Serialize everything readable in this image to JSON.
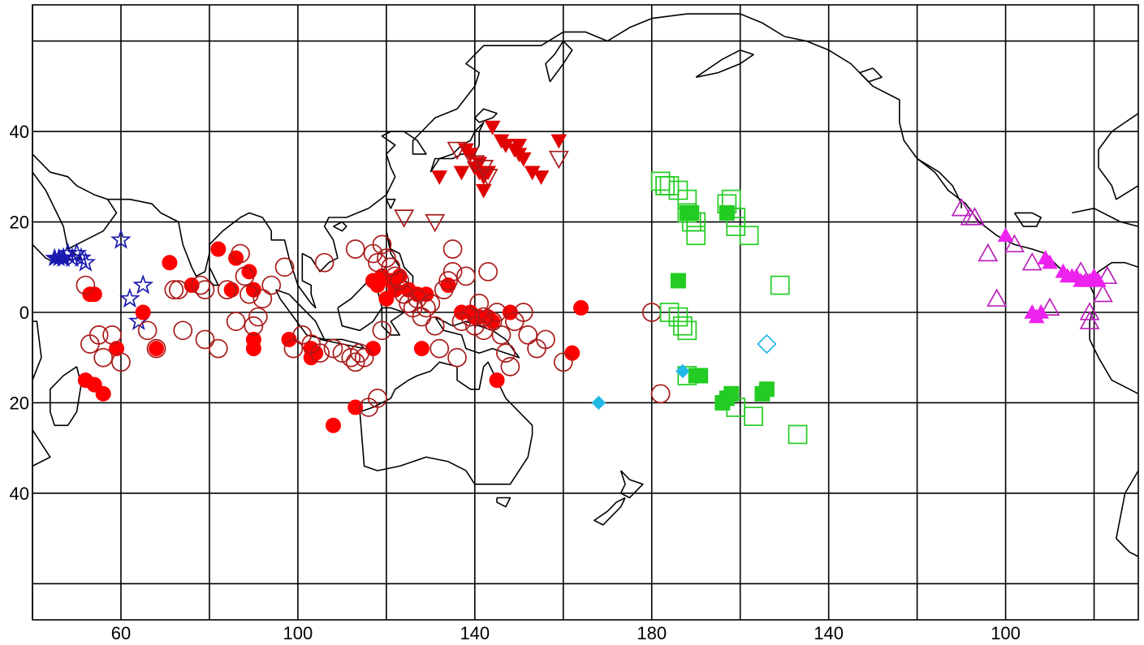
{
  "chart_data": {
    "type": "scatter",
    "projection": "equirectangular",
    "grid": true,
    "legend": "none",
    "x_axis": {
      "range_deg_east": [
        40,
        290
      ],
      "grid_lines": [
        40,
        60,
        80,
        100,
        120,
        140,
        160,
        180,
        200,
        220,
        240,
        260,
        280
      ],
      "tick_labels": [
        {
          "at": 60,
          "label": "60"
        },
        {
          "at": 100,
          "label": "100"
        },
        {
          "at": 140,
          "label": "140"
        },
        {
          "at": 180,
          "label": "180"
        },
        {
          "at": 220,
          "label": "140"
        },
        {
          "at": 260,
          "label": "100"
        }
      ]
    },
    "y_axis": {
      "range_lat": [
        -68,
        68
      ],
      "grid_lines": [
        60,
        40,
        20,
        0,
        -20,
        -40,
        -60
      ],
      "tick_labels": [
        {
          "at": 40,
          "label": "40"
        },
        {
          "at": 20,
          "label": "20"
        },
        {
          "at": 0,
          "label": "0"
        },
        {
          "at": -20,
          "label": "20"
        },
        {
          "at": -40,
          "label": "40"
        }
      ]
    },
    "series": [
      {
        "marker": "star-open",
        "color": "#1a1ab0",
        "points": [
          [
            47,
            12
          ],
          [
            48,
            13
          ],
          [
            49,
            12
          ],
          [
            50,
            13
          ],
          [
            51,
            12
          ],
          [
            52,
            11
          ],
          [
            60,
            16
          ],
          [
            62,
            3
          ],
          [
            65,
            6
          ],
          [
            64,
            -2
          ]
        ]
      },
      {
        "marker": "star-filled",
        "color": "#1a1ab0",
        "points": [
          [
            45,
            12
          ],
          [
            46,
            12
          ],
          [
            47,
            12
          ]
        ]
      },
      {
        "marker": "circle-filled",
        "color": "#ff0000",
        "points": [
          [
            53,
            4
          ],
          [
            54,
            4
          ],
          [
            52,
            -15
          ],
          [
            54,
            -16
          ],
          [
            56,
            -18
          ],
          [
            59,
            -8
          ],
          [
            65,
            0
          ],
          [
            68,
            -8
          ],
          [
            71,
            11
          ],
          [
            76,
            6
          ],
          [
            82,
            14
          ],
          [
            85,
            5
          ],
          [
            86,
            12
          ],
          [
            89,
            9
          ],
          [
            90,
            5
          ],
          [
            90,
            -6
          ],
          [
            90,
            -8
          ],
          [
            98,
            -6
          ],
          [
            103,
            -8
          ],
          [
            103,
            -10
          ],
          [
            104,
            -9
          ],
          [
            108,
            -25
          ],
          [
            113,
            -21
          ],
          [
            117,
            -8
          ],
          [
            117,
            7
          ],
          [
            118,
            6
          ],
          [
            119,
            8
          ],
          [
            120,
            3
          ],
          [
            121,
            7
          ],
          [
            122,
            5
          ],
          [
            123,
            8
          ],
          [
            125,
            5
          ],
          [
            127,
            4
          ],
          [
            128,
            -8
          ],
          [
            129,
            4
          ],
          [
            134,
            6
          ],
          [
            137,
            0
          ],
          [
            139,
            0
          ],
          [
            140,
            -1
          ],
          [
            141,
            -1
          ],
          [
            143,
            -1
          ],
          [
            144,
            -2
          ],
          [
            145,
            -15
          ],
          [
            148,
            0
          ],
          [
            162,
            -9
          ],
          [
            164,
            1
          ]
        ]
      },
      {
        "marker": "circle-open",
        "color": "#aa1a1a",
        "points": [
          [
            52,
            6
          ],
          [
            53,
            -7
          ],
          [
            55,
            -5
          ],
          [
            56,
            -10
          ],
          [
            58,
            -5
          ],
          [
            60,
            -11
          ],
          [
            66,
            -4
          ],
          [
            68,
            -8
          ],
          [
            72,
            5
          ],
          [
            73,
            5
          ],
          [
            74,
            -4
          ],
          [
            78,
            6
          ],
          [
            79,
            5
          ],
          [
            79,
            -6
          ],
          [
            82,
            -8
          ],
          [
            84,
            5
          ],
          [
            86,
            -2
          ],
          [
            87,
            13
          ],
          [
            88,
            8
          ],
          [
            89,
            4
          ],
          [
            90,
            -3
          ],
          [
            91,
            -1
          ],
          [
            92,
            3
          ],
          [
            94,
            6
          ],
          [
            97,
            10
          ],
          [
            99,
            -8
          ],
          [
            101,
            -5
          ],
          [
            103,
            -7
          ],
          [
            105,
            -9
          ],
          [
            106,
            11
          ],
          [
            108,
            -8
          ],
          [
            110,
            -9
          ],
          [
            112,
            -10
          ],
          [
            113,
            -11
          ],
          [
            114,
            -9
          ],
          [
            115,
            -10
          ],
          [
            116,
            -21
          ],
          [
            118,
            -19
          ],
          [
            119,
            -4
          ],
          [
            113,
            14
          ],
          [
            117,
            13
          ],
          [
            118,
            11
          ],
          [
            119,
            15
          ],
          [
            120,
            12
          ],
          [
            121,
            10
          ],
          [
            122,
            8
          ],
          [
            123,
            7
          ],
          [
            124,
            4
          ],
          [
            125,
            2
          ],
          [
            126,
            1
          ],
          [
            127,
            3
          ],
          [
            128,
            -1
          ],
          [
            129,
            1
          ],
          [
            130,
            2
          ],
          [
            131,
            -3
          ],
          [
            132,
            -8
          ],
          [
            133,
            5
          ],
          [
            134,
            7
          ],
          [
            135,
            9
          ],
          [
            135,
            14
          ],
          [
            136,
            -10
          ],
          [
            137,
            -2
          ],
          [
            138,
            8
          ],
          [
            139,
            -1
          ],
          [
            140,
            -3
          ],
          [
            141,
            2
          ],
          [
            142,
            -1
          ],
          [
            142,
            -4
          ],
          [
            143,
            9
          ],
          [
            144,
            -2
          ],
          [
            145,
            0
          ],
          [
            146,
            -5
          ],
          [
            147,
            -9
          ],
          [
            148,
            -12
          ],
          [
            149,
            -2
          ],
          [
            151,
            0
          ],
          [
            152,
            -5
          ],
          [
            154,
            -8
          ],
          [
            156,
            -6
          ],
          [
            160,
            -11
          ],
          [
            180,
            0
          ],
          [
            182,
            -18
          ]
        ]
      },
      {
        "marker": "triangle-down-filled",
        "color": "#e00000",
        "points": [
          [
            132,
            30
          ],
          [
            137,
            31
          ],
          [
            138,
            36
          ],
          [
            139,
            35
          ],
          [
            140,
            32
          ],
          [
            141,
            33
          ],
          [
            141,
            31
          ],
          [
            142,
            30
          ],
          [
            142,
            27
          ],
          [
            143,
            31
          ],
          [
            144,
            41
          ],
          [
            146,
            38
          ],
          [
            147,
            37
          ],
          [
            149,
            36
          ],
          [
            150,
            35
          ],
          [
            150,
            37
          ],
          [
            151,
            34
          ],
          [
            153,
            31
          ],
          [
            155,
            30
          ],
          [
            159,
            38
          ]
        ]
      },
      {
        "marker": "triangle-down-open",
        "color": "#aa1a1a",
        "points": [
          [
            124,
            21
          ],
          [
            131,
            20
          ],
          [
            136,
            36
          ],
          [
            140,
            33
          ],
          [
            142,
            32
          ],
          [
            143,
            30
          ],
          [
            159,
            34
          ]
        ]
      },
      {
        "marker": "square-open",
        "color": "#22cc22",
        "points": [
          [
            182,
            29
          ],
          [
            183,
            28
          ],
          [
            184,
            28
          ],
          [
            186,
            27
          ],
          [
            188,
            25
          ],
          [
            188,
            22
          ],
          [
            189,
            20
          ],
          [
            190,
            20
          ],
          [
            190,
            17
          ],
          [
            197,
            24
          ],
          [
            198,
            25
          ],
          [
            199,
            21
          ],
          [
            199,
            19
          ],
          [
            202,
            17
          ],
          [
            209,
            6
          ],
          [
            184,
            0
          ],
          [
            186,
            -1
          ],
          [
            187,
            -3
          ],
          [
            188,
            -4
          ],
          [
            188,
            -14
          ],
          [
            199,
            -21
          ],
          [
            203,
            -23
          ],
          [
            213,
            -27
          ]
        ]
      },
      {
        "marker": "square-filled",
        "color": "#22cc22",
        "points": [
          [
            186,
            7
          ],
          [
            188,
            22
          ],
          [
            189,
            22
          ],
          [
            190,
            -14
          ],
          [
            191,
            -14
          ],
          [
            196,
            -20
          ],
          [
            197,
            -19
          ],
          [
            198,
            -18
          ],
          [
            205,
            -18
          ],
          [
            206,
            -17
          ],
          [
            197,
            22
          ]
        ]
      },
      {
        "marker": "diamond-filled",
        "color": "#22b8e6",
        "points": [
          [
            168,
            -20
          ],
          [
            187,
            -13
          ]
        ]
      },
      {
        "marker": "diamond-open",
        "color": "#22b8e6",
        "points": [
          [
            206,
            -7
          ]
        ]
      },
      {
        "marker": "triangle-up-open",
        "color": "#bb22bb",
        "points": [
          [
            250,
            23
          ],
          [
            252,
            21
          ],
          [
            253,
            21
          ],
          [
            256,
            13
          ],
          [
            258,
            3
          ],
          [
            262,
            15
          ],
          [
            266,
            11
          ],
          [
            270,
            1
          ],
          [
            277,
            9
          ],
          [
            279,
            -2
          ],
          [
            279,
            0
          ],
          [
            282,
            4
          ],
          [
            283,
            8
          ]
        ]
      },
      {
        "marker": "triangle-up-filled",
        "color": "#ee22ee",
        "points": [
          [
            260,
            17
          ],
          [
            266,
            0
          ],
          [
            267,
            -1
          ],
          [
            268,
            0
          ],
          [
            269,
            12
          ],
          [
            270,
            11
          ],
          [
            273,
            9
          ],
          [
            274,
            8
          ],
          [
            275,
            8
          ],
          [
            276,
            8
          ],
          [
            277,
            7
          ],
          [
            278,
            7
          ],
          [
            279,
            7
          ],
          [
            280,
            8
          ],
          [
            281,
            7
          ]
        ]
      }
    ]
  }
}
